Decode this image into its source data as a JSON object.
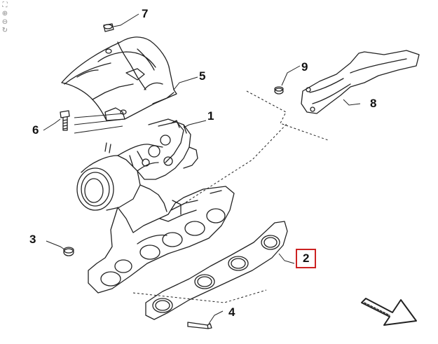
{
  "toolbar": {
    "tools": [
      {
        "name": "fit-view-icon",
        "glyph": "⛶"
      },
      {
        "name": "zoom-in-icon",
        "glyph": "⊕"
      },
      {
        "name": "zoom-out-icon",
        "glyph": "⊖"
      },
      {
        "name": "rotate-icon",
        "glyph": "↻"
      }
    ]
  },
  "callouts": [
    {
      "id": "1",
      "label": "1"
    },
    {
      "id": "2",
      "label": "2",
      "highlighted": true
    },
    {
      "id": "3",
      "label": "3"
    },
    {
      "id": "4",
      "label": "4"
    },
    {
      "id": "5",
      "label": "5"
    },
    {
      "id": "6",
      "label": "6"
    },
    {
      "id": "7",
      "label": "7"
    },
    {
      "id": "8",
      "label": "8"
    },
    {
      "id": "9",
      "label": "9"
    }
  ],
  "colors": {
    "line": "#222222",
    "highlight": "#cc2222",
    "background": "#ffffff"
  }
}
